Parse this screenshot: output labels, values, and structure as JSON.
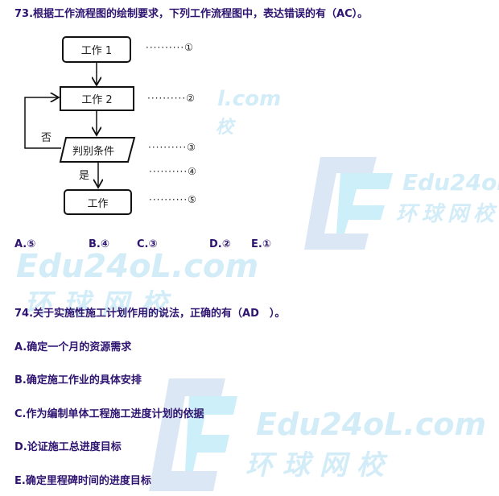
{
  "q73": {
    "title": "73.根据工作流程图的绘制要求，下列工作流程图中，表达错误的有（AC）。",
    "flowchart": {
      "box1": "工作 1",
      "box2": "工作 2",
      "decision": "判别条件",
      "box3": "工作",
      "no_label": "否",
      "yes_label": "是",
      "markers": [
        "··········①",
        "··········②",
        "··········③",
        "··········④",
        "··········⑤"
      ]
    },
    "options": [
      "A.⑤",
      "B.④",
      "C.③",
      "D.②",
      "E.①"
    ]
  },
  "q74": {
    "title": "74.关于实施性施工计划作用的说法，正确的有（AD　）。",
    "options": [
      "A.确定一个月的资源需求",
      "B.确定施工作业的具体安排",
      "C.作为编制单体工程施工进度计划的依据",
      "D.论证施工总进度目标",
      "E.确定里程碑时间的进度目标"
    ]
  },
  "watermark": {
    "en": "Edu24oL.com",
    "cn": "环球网校",
    "en_partial": "l.com",
    "cn_partial": "校"
  }
}
